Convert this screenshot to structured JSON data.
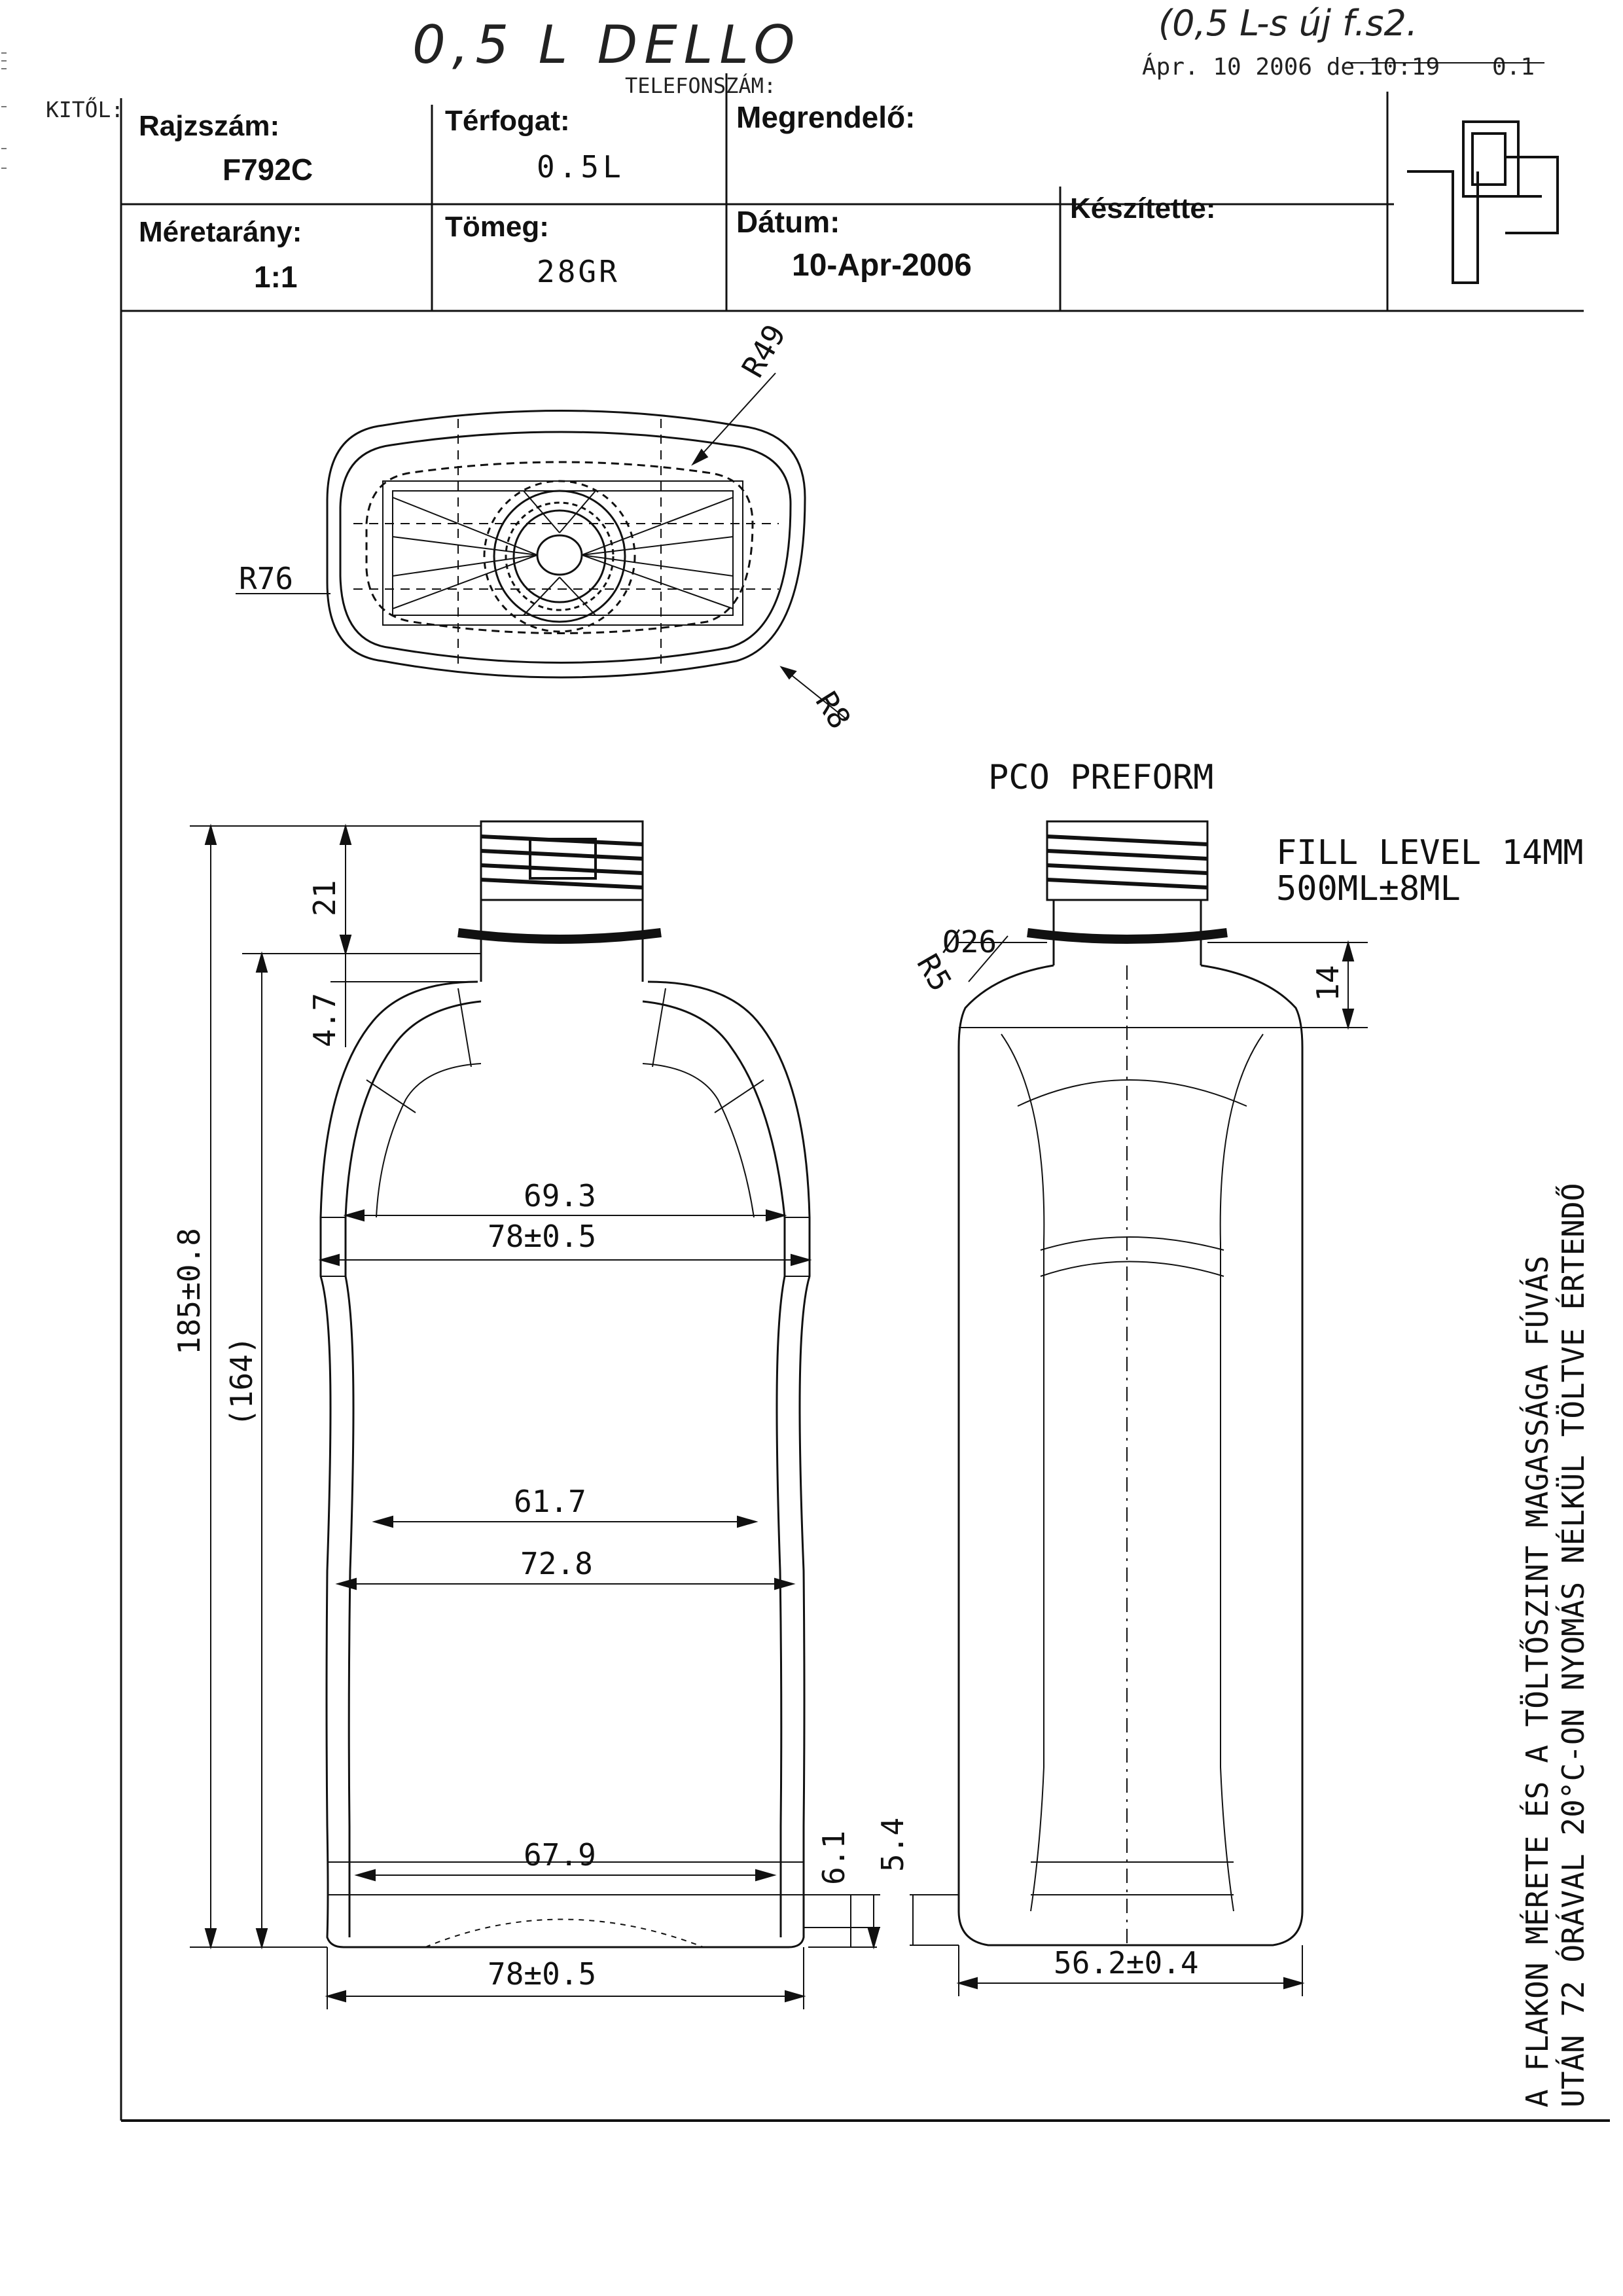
{
  "handwritten": {
    "title": "0,5 L DELLO",
    "right_note": "(0,5 L-s új f.s2."
  },
  "fax_header": {
    "timestamp": "Ápr. 10 2006 de.10:19",
    "page": "0.1",
    "from_label": "KITŐL:",
    "phone_label": "TELEFONSZÁM:"
  },
  "title_block": {
    "drawing_no_label": "Rajzszám:",
    "drawing_no": "F792C",
    "volume_label": "Térfogat:",
    "volume": "0.5L",
    "customer_label": "Megrendelő:",
    "customer": "",
    "scale_label": "Méretarány:",
    "scale": "1:1",
    "mass_label": "Tömeg:",
    "mass": "28GR",
    "date_label": "Dátum:",
    "date": "10-Apr-2006",
    "prepared_label": "Készítette:",
    "prepared_by": ""
  },
  "top_view": {
    "r49": "R49",
    "r76": "R76",
    "r8": "R8"
  },
  "front_view": {
    "dim_21": "21",
    "dim_4_7": "4.7",
    "dim_185": "185±0.8",
    "dim_164": "(164)",
    "dim_69_3": "69.3",
    "dim_78_upper": "78±0.5",
    "dim_61_7": "61.7",
    "dim_72_8": "72.8",
    "dim_67_9": "67.9",
    "dim_78_bottom": "78±0.5",
    "dim_6_1": "6.1",
    "dim_5_4": "5.4"
  },
  "side_view": {
    "preform": "PCO PREFORM",
    "fill_level": "FILL LEVEL 14MM",
    "fill_volume": "500ML±8ML",
    "dia_26": "Ø26",
    "r5": "R5",
    "dim_14": "14",
    "dim_56_2": "56.2±0.4"
  },
  "note": {
    "line1": "A FLAKON MÉRETE ÉS A TÖLTŐSZINT MAGASSÁGA FÚVÁS",
    "line2": "UTÁN 72 ÓRÁVAL 20°C-ON NYOMÁS NÉLKÜL TÖLTVE ÉRTENDŐ"
  },
  "colors": {
    "ink": "#111111",
    "paper": "#ffffff"
  }
}
